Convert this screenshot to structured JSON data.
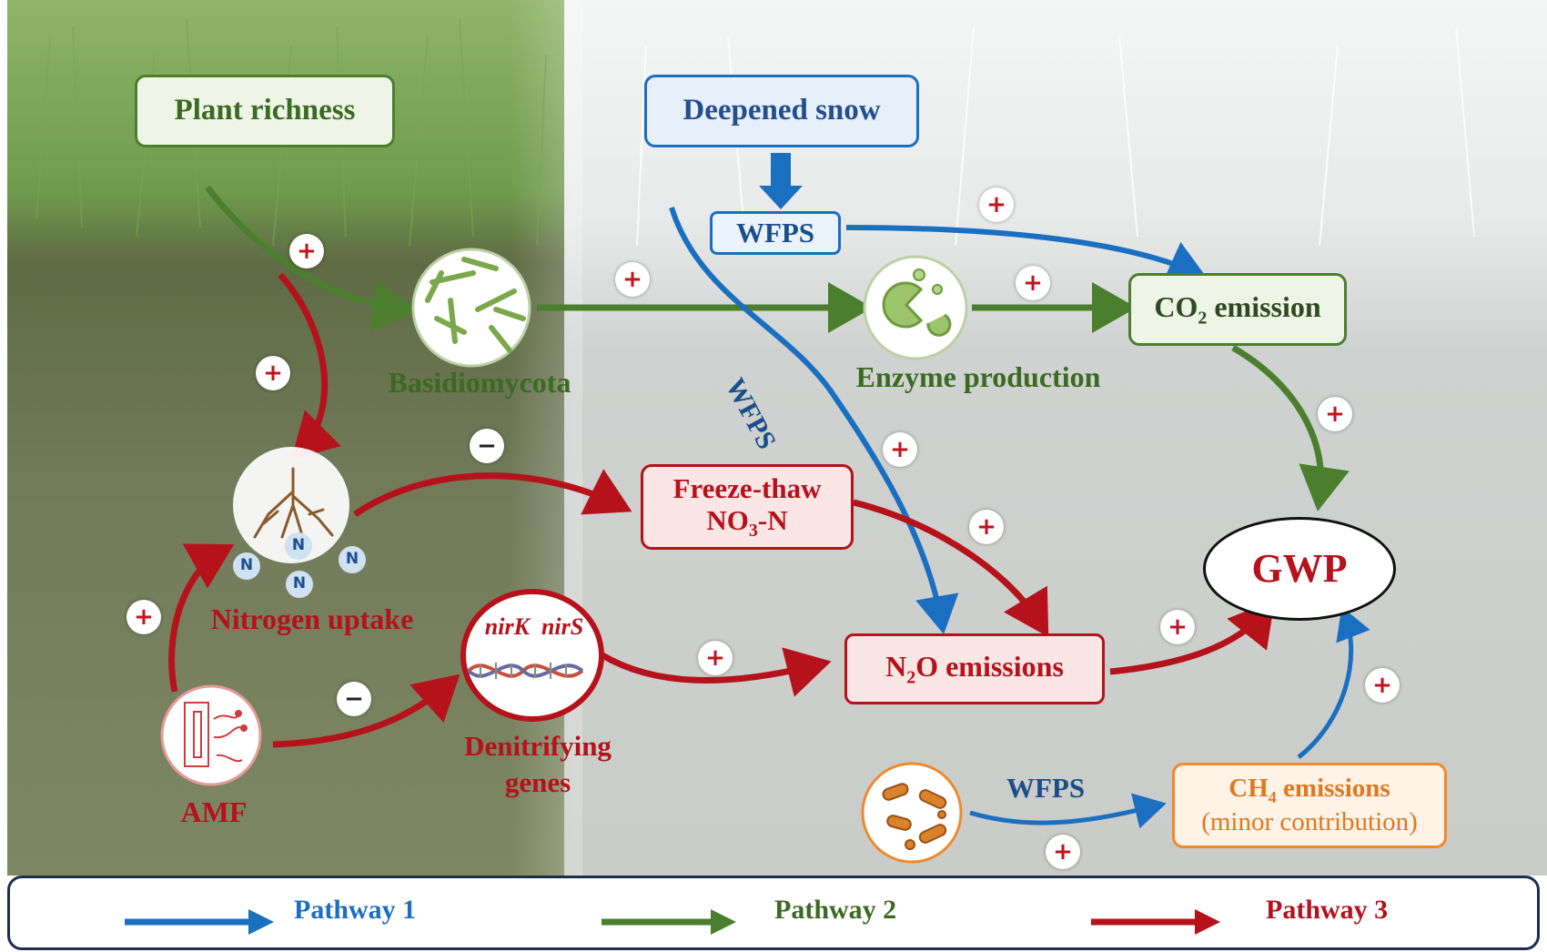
{
  "nodes": {
    "plant_richness": "Plant richness",
    "deepened_snow": "Deepened snow",
    "wfps_box": "WFPS",
    "basidiomycota": "Basidiomycota",
    "enzyme_production": "Enzyme production",
    "co2_emission": {
      "pre": "CO",
      "sub": "2",
      "post": " emission"
    },
    "gwp": "GWP",
    "freeze_thaw": {
      "line1": "Freeze-thaw",
      "pre": "NO",
      "sub": "3",
      "post": "-N"
    },
    "nitrogen_uptake": "Nitrogen uptake",
    "n2o_emissions": {
      "pre": "N",
      "sub": "2",
      "post": "O emissions"
    },
    "denitrifying_genes": {
      "line1": "Denitrifying",
      "line2": "genes"
    },
    "gene_names": {
      "a": "nirK",
      "b": "nirS"
    },
    "amf": "AMF",
    "ch4_emissions": {
      "pre": "CH",
      "sub": "4",
      "post": " emissions",
      "line2": "(minor contribution)"
    },
    "n_ion": "N"
  },
  "edge_labels": {
    "wfps_diag": "WFPS",
    "wfps_ch4": "WFPS"
  },
  "signs": {
    "plus": "+",
    "minus": "−"
  },
  "legend": [
    {
      "label": "Pathway 1",
      "color": "#1b6fc0"
    },
    {
      "label": "Pathway 2",
      "color": "#4b7f2e"
    },
    {
      "label": "Pathway 3",
      "color": "#b5121b"
    }
  ],
  "colors": {
    "pathway_blue": "#1b6fc0",
    "pathway_green": "#4b7f2e",
    "pathway_red": "#b5121b",
    "ch4_orange": "#f0892c"
  },
  "icons": [
    "basidiomycota-hyphae-icon",
    "enzyme-icon",
    "root-icon",
    "dna-helix-icon",
    "amf-icon",
    "bacteria-icon"
  ]
}
